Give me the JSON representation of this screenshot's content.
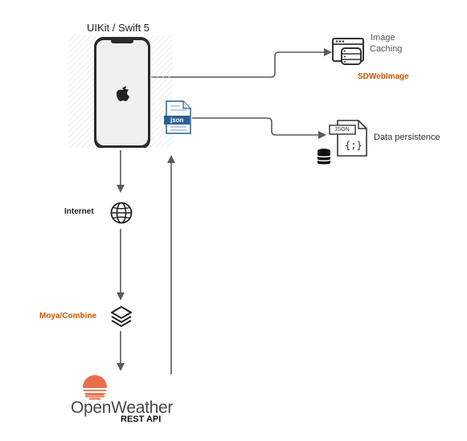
{
  "device_title": "UIKit / Swift 5",
  "json_file_label": "json",
  "image_caching": {
    "line1": "Image",
    "line2": "Caching",
    "library": "SDWebImage"
  },
  "data_persistence": {
    "label": "Data persistence",
    "file_tag": "JSON",
    "file_glyph": "{;}"
  },
  "internet_label": "Internet",
  "moya_label": "Moya/Combine",
  "openweather": {
    "brand": "OpenWeather",
    "sub": "REST API"
  },
  "colors": {
    "accent_orange": "#cc5500",
    "openweather_orange": "#eb6e4b",
    "line_gray": "#5a5a5a",
    "json_blue": "#2a5f94"
  }
}
